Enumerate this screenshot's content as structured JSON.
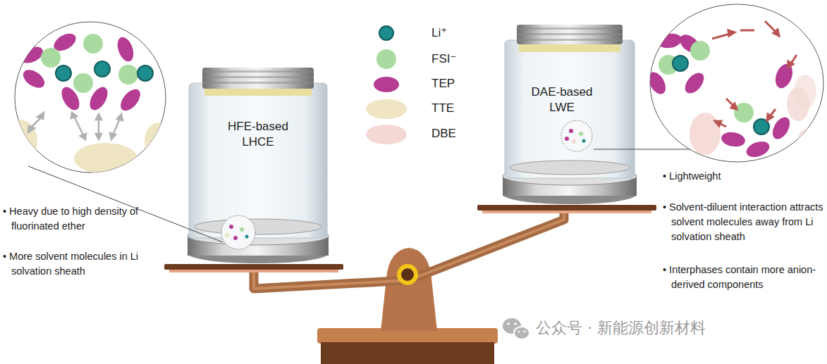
{
  "diagram": {
    "nodes": [
      {
        "text": [
          "HFE-based LHCE"
        ]
      },
      {
        "text": [
          "DAE-based LWE"
        ]
      }
    ],
    "labels": [
      "• Heavy due to high density of fluorinated ether",
      "• More solvent molecules in Li solvation sheath",
      "• Lightweight",
      "• Solvent-diluent interaction attracts solvent molecules away from Li solvation sheath",
      "• Interphases contain more anion-derived components",
      "公众号 · 新能源创新材料"
    ],
    "legend": [
      {
        "text": "Li⁺",
        "color": "#1c8c8c"
      },
      {
        "text": "FSI⁻",
        "color": "#a9dba0"
      },
      {
        "text": "TEP",
        "color": "#b43c93"
      },
      {
        "text": "TTE",
        "color": "#efe5c3"
      },
      {
        "text": "DBE",
        "color": "#f4d8d4"
      }
    ]
  }
}
